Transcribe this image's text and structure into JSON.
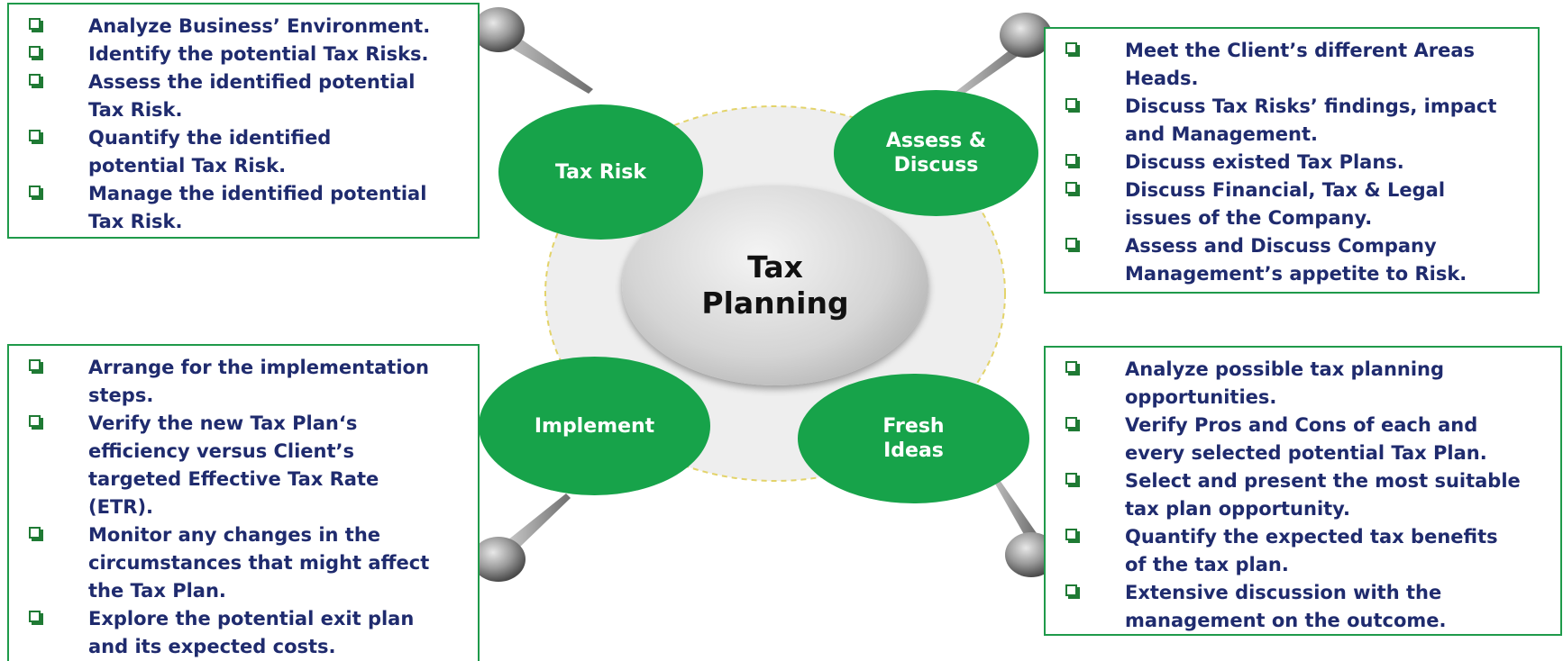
{
  "center": {
    "label": "Tax\nPlanning"
  },
  "nodes": {
    "tax_risk": "Tax Risk",
    "assess_discuss": "Assess &\nDiscuss",
    "implement": "Implement",
    "fresh_ideas": "Fresh\nIdeas"
  },
  "colors": {
    "node_green": "#17a34a",
    "box_border": "#1f9a4a",
    "text_navy": "#1f2b6e"
  },
  "boxes": {
    "tax_risk": {
      "items": [
        "Analyze Business’ Environment.",
        "Identify the potential Tax Risks.",
        "Assess the identified potential\nTax Risk.",
        "Quantify the identified\npotential Tax Risk.",
        "Manage the identified potential\nTax Risk."
      ]
    },
    "assess_discuss": {
      "items": [
        "Meet the Client’s different Areas\nHeads.",
        "Discuss Tax Risks’ findings, impact\nand Management.",
        "Discuss existed Tax Plans.",
        "Discuss Financial, Tax & Legal\nissues of the Company.",
        "Assess and Discuss Company\nManagement’s appetite to Risk."
      ]
    },
    "implement": {
      "items": [
        "Arrange for the implementation\nsteps.",
        "Verify the new Tax Plan‘s\nefficiency versus Client’s\ntargeted Effective Tax Rate\n(ETR).",
        "Monitor any changes in the\ncircumstances that might affect\nthe Tax Plan.",
        "Explore the potential exit plan\nand its expected costs."
      ]
    },
    "fresh_ideas": {
      "items": [
        "Analyze possible tax planning\nopportunities.",
        "Verify Pros and Cons of each and\nevery selected potential Tax Plan.",
        "Select and present the most suitable\ntax plan opportunity.",
        "Quantify the expected tax benefits\nof the tax plan.",
        "Extensive discussion with the\nmanagement on the outcome."
      ]
    }
  }
}
